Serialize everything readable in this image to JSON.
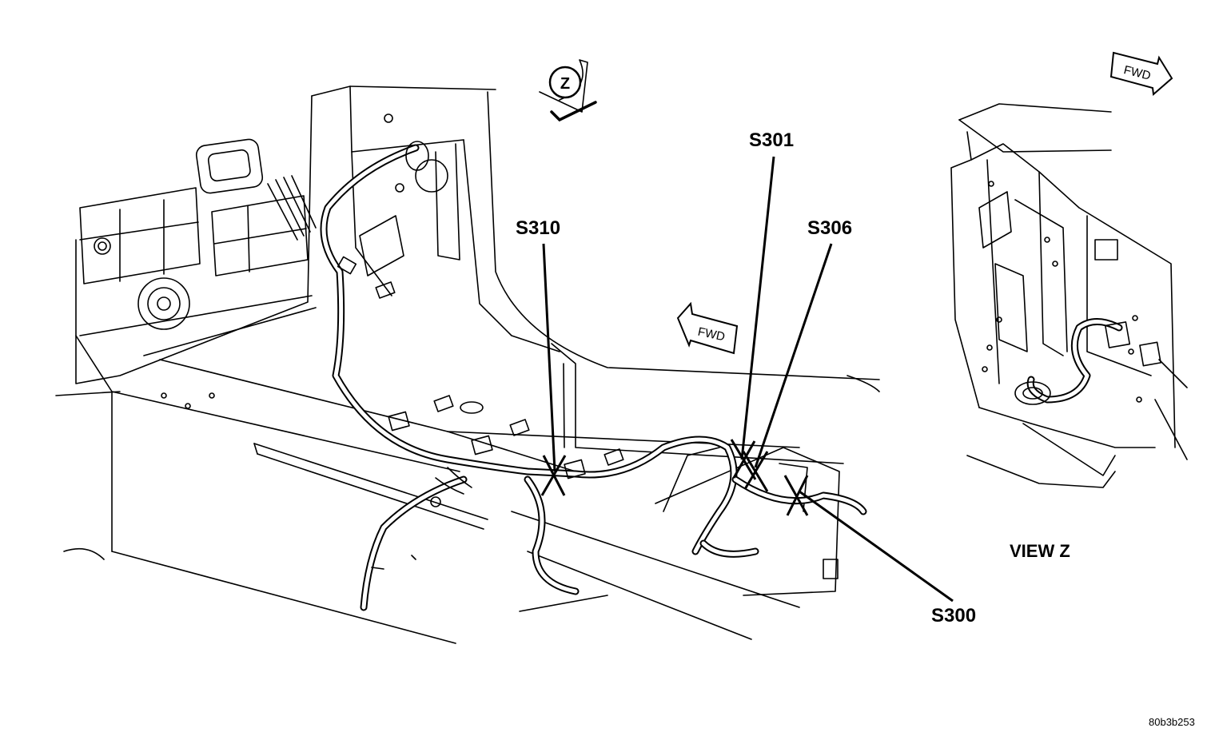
{
  "callouts": {
    "s301": "S301",
    "s310": "S310",
    "s306": "S306",
    "s300": "S300"
  },
  "direction_labels": {
    "fwd_main": "FWD",
    "fwd_view": "FWD",
    "view_marker": "Z"
  },
  "view_caption": "VIEW Z",
  "figure_ref": "80b3b253"
}
